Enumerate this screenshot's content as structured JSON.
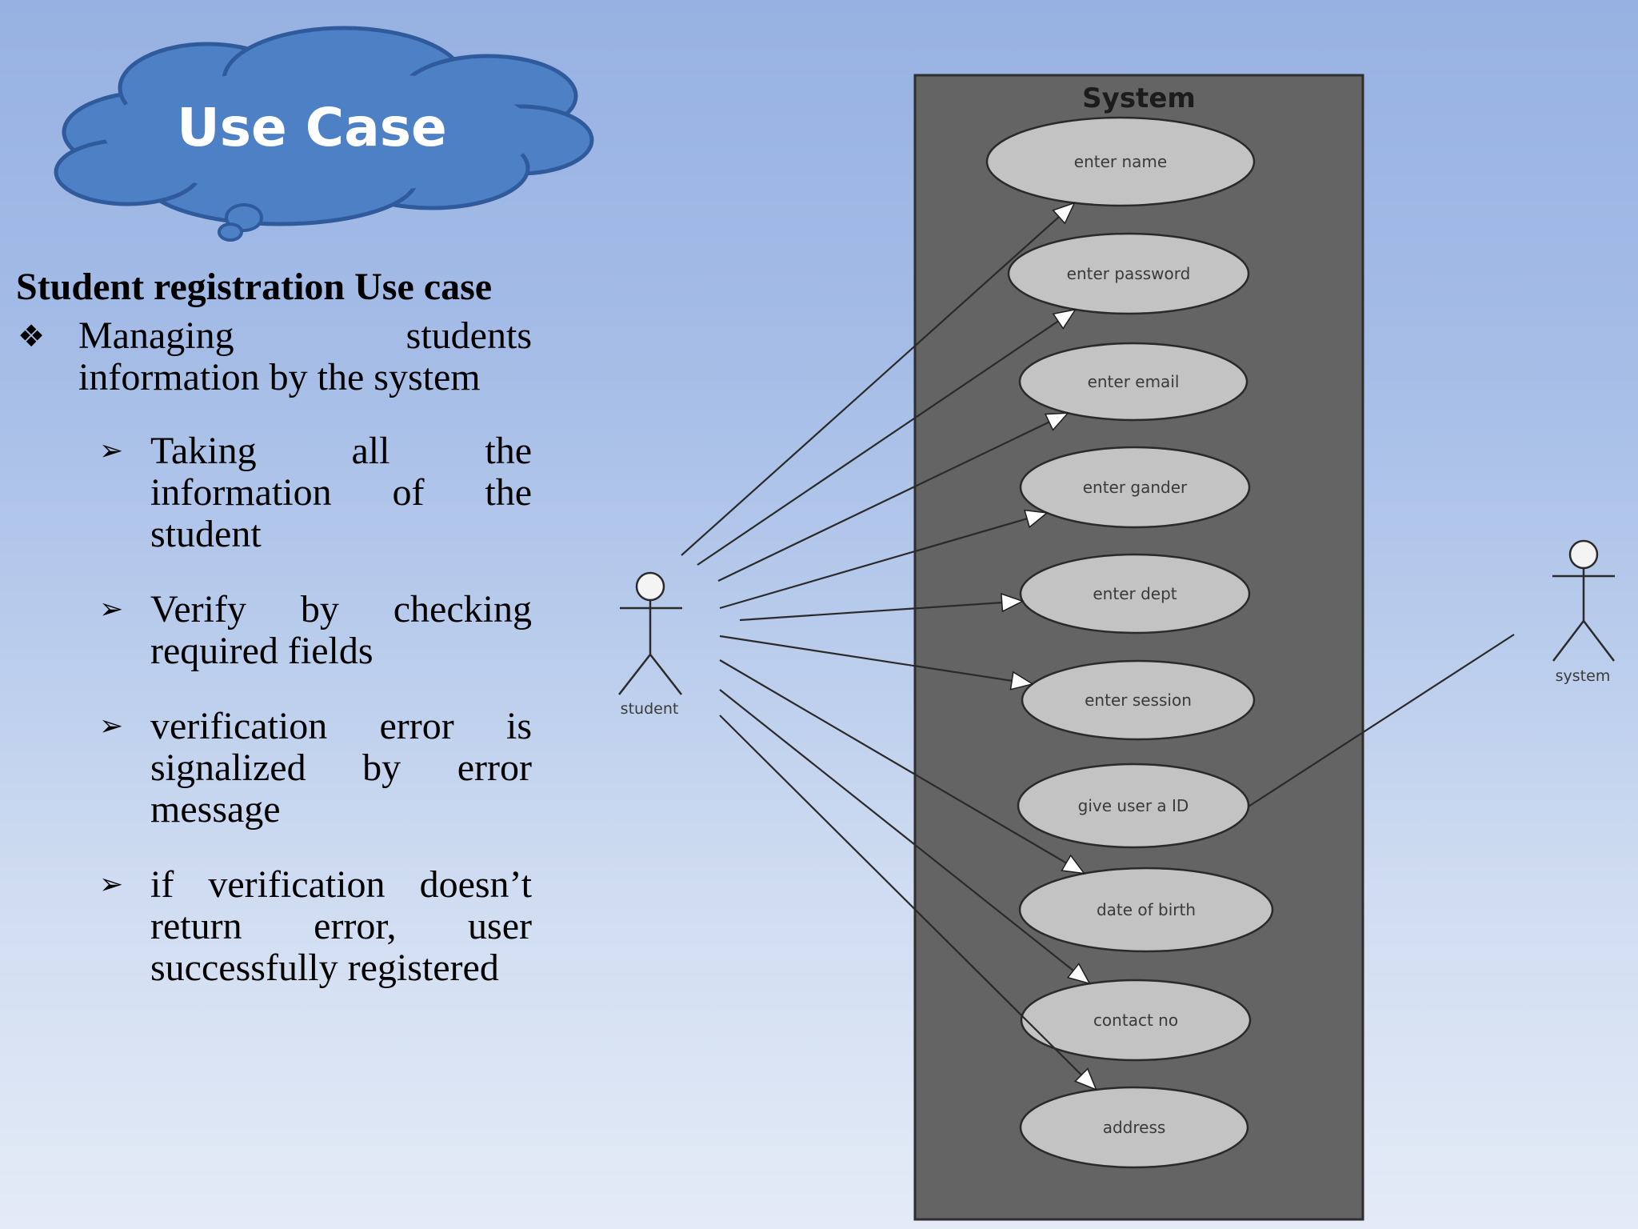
{
  "slide": {
    "title": "Use Case"
  },
  "content": {
    "heading": "Student registration Use case",
    "main_bullet": "Managing students information  by the system",
    "sub_bullets": [
      "Taking all the information of the student",
      "Verify by checking required fields",
      "verification error is signalized by error message",
      "if verification doesn’t return error, user successfully registered"
    ]
  },
  "diagram": {
    "boundary_label": "System",
    "actors": {
      "left": "student",
      "right": "system"
    },
    "use_cases": [
      "enter name",
      "enter password",
      "enter email",
      "enter gander",
      "enter dept",
      "enter session",
      "give user a ID",
      "date of birth",
      "contact no",
      "address"
    ],
    "colors": {
      "boundary_fill": "#646464",
      "use_case_fill": "#c3c3c3",
      "line": "#2a2a2a",
      "cloud_fill": "#4d80c4",
      "cloud_stroke": "#2f5a9c"
    }
  }
}
